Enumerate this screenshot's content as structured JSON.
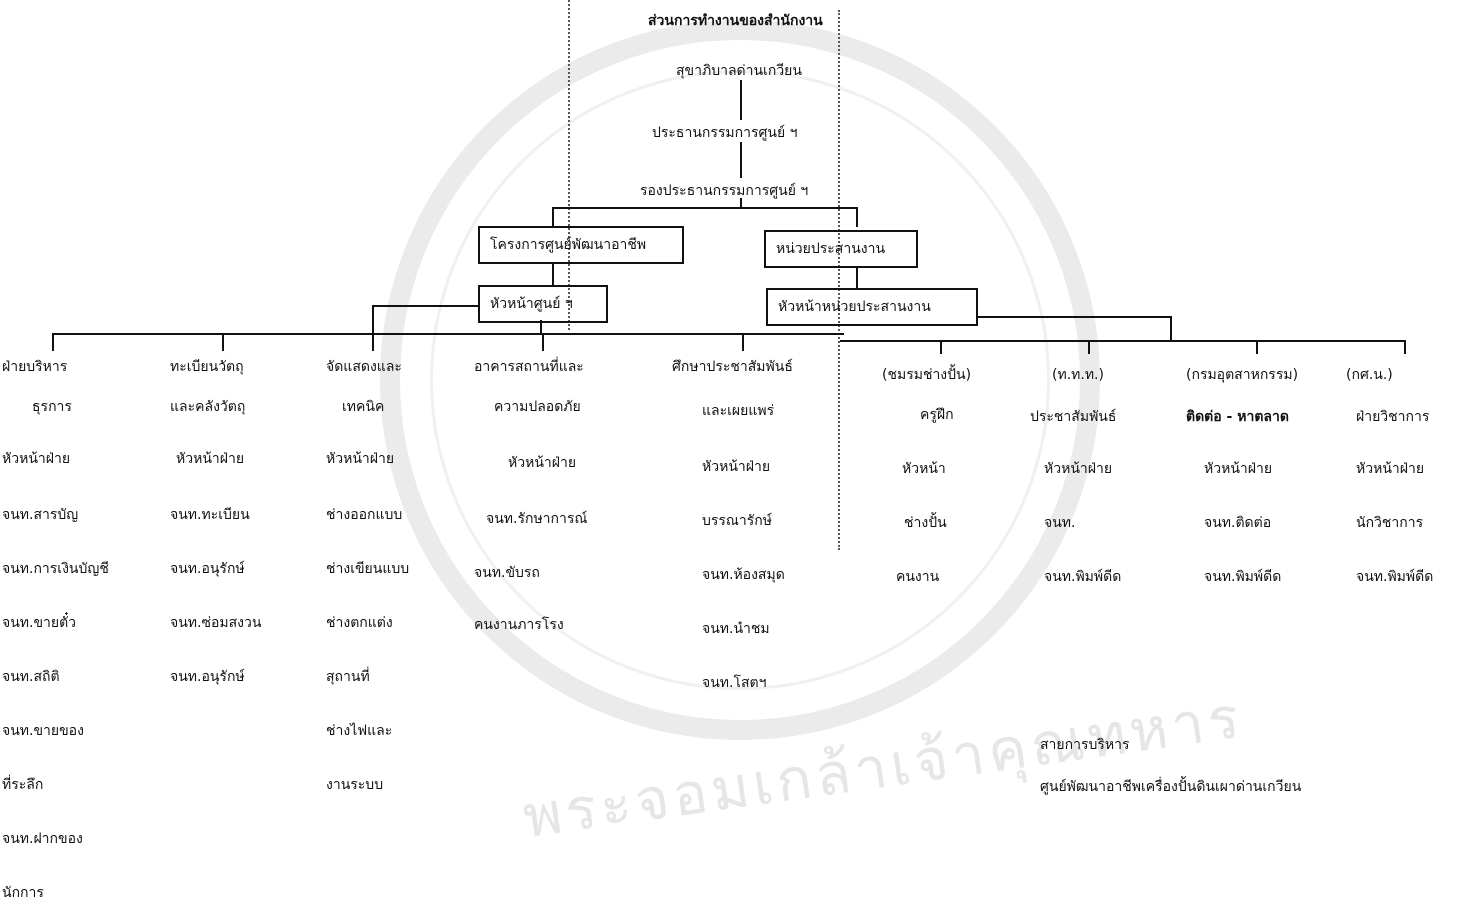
{
  "title": "ส่วนการทำงานของสำนักงาน",
  "watermark": "พระจอมเกล้าเจ้าคุณทหาร",
  "top_chain": [
    "สุขาภิบาลด่านเกวียน",
    "ประธานกรรมการศูนย์ ฯ",
    "รองประธานกรรมการศูนย์ ฯ"
  ],
  "box_project": "โครงการศูนย์พัฒนาอาชีพ",
  "box_coord": "หน่วยประสานงาน",
  "box_head_center": "หัวหน้าศูนย์ ฯ",
  "box_head_coord": "หัวหน้าหน่วยประสานงาน",
  "columns": [
    {
      "items": [
        "ฝ่ายบริหาร",
        "ธุรการ",
        "หัวหน้าฝ่าย",
        "จนท.สารบัญ",
        "จนท.การเงินบัญชี",
        "จนท.ขายตั๋ว",
        "จนท.สถิติ",
        "จนท.ขายของ",
        "ที่ระลึก",
        "จนท.ฝากของ",
        "นักการ"
      ]
    },
    {
      "items": [
        "ทะเบียนวัตถุ",
        "และคลังวัตถุ",
        "หัวหน้าฝ่าย",
        "จนท.ทะเบียน",
        "จนท.อนุรักษ์",
        "จนท.ซ่อมสงวน",
        "จนท.อนุรักษ์"
      ]
    },
    {
      "items": [
        "จัดแสดงและ",
        "เทคนิค",
        "หัวหน้าฝ่าย",
        "ช่างออกแบบ",
        "ช่างเขียนแบบ",
        "ช่างตกแต่ง",
        "สุถานที่",
        "ช่างไฟและ",
        "งานระบบ"
      ]
    },
    {
      "items": [
        "อาคารสถานที่และ",
        "ความปลอดภัย",
        "หัวหน้าฝ่าย",
        "จนท.รักษาการณ์",
        "จนท.ขับรถ",
        "คนงานภารโรง"
      ]
    },
    {
      "items": [
        "ศึกษาประชาสัมพันธ์",
        "และเผยแพร่",
        "หัวหน้าฝ่าย",
        "บรรณารักษ์",
        "จนท.ห้องสมุด",
        "จนท.นำชม",
        "จนท.โสตฯ"
      ]
    },
    {
      "items": [
        "(ชมรมช่างปั้น)",
        "ครูฝึก",
        "หัวหน้า",
        "ช่างปั้น",
        "คนงาน"
      ]
    },
    {
      "items": [
        "(ท.ท.ท.)",
        "ประชาสัมพันธ์",
        "หัวหน้าฝ่าย",
        "จนท.",
        "จนท.พิมพ์ดีด"
      ]
    },
    {
      "items": [
        "(กรมอุตสาหกรรม)",
        "ติดต่อ - หาตลาด",
        "หัวหน้าฝ่าย",
        "จนท.ติดต่อ",
        "จนท.พิมพ์ดีด"
      ]
    },
    {
      "items": [
        "(กศ.น.)",
        "ฝ่ายวิชาการ",
        "หัวหน้าฝ่าย",
        "นักวิชาการ",
        "จนท.พิมพ์ดีด"
      ]
    }
  ],
  "caption": [
    "สายการบริหาร",
    "ศูนย์พัฒนาอาชีพเครื่องปั้นดินเผาด่านเกวียน"
  ]
}
